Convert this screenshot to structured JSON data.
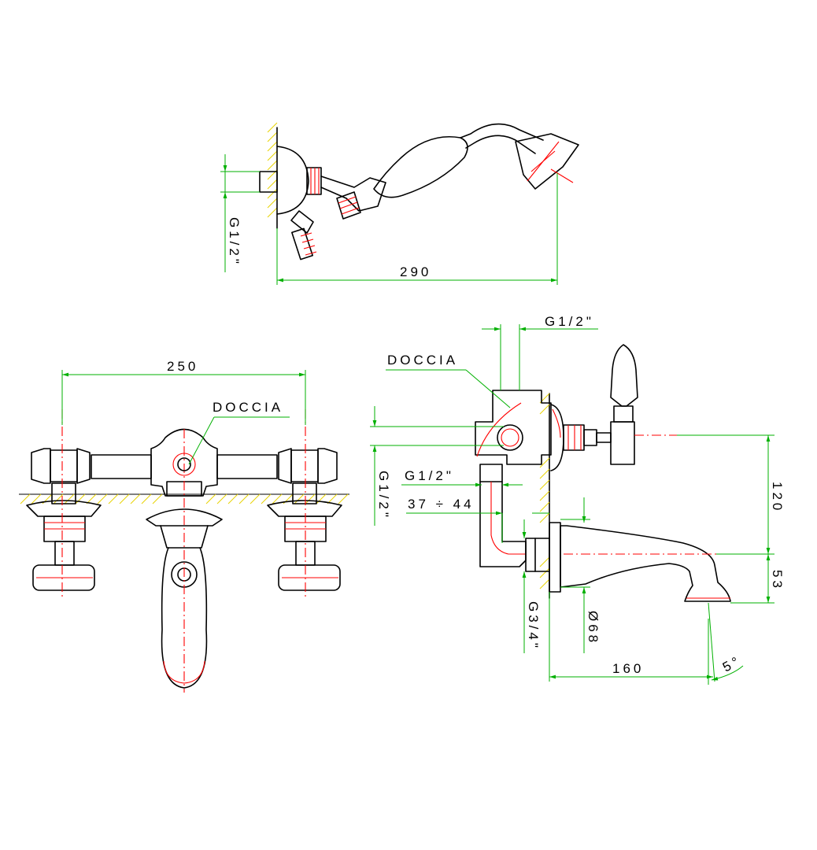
{
  "labels": {
    "hand_shower_thread": "G1/2\"",
    "hand_shower_length": "290",
    "front_width": "250",
    "front_doccia": "DOCCIA",
    "side_doccia": "DOCCIA",
    "side_top_thread": "G1/2\"",
    "side_left_thread": "G1/2\"",
    "side_mid_thread": "G1/2\"",
    "side_adjust": "37 ÷ 44",
    "side_height_upper": "120",
    "side_height_lower": "53",
    "side_outlet_thread": "G3/4\"",
    "side_flange_diameter": "Ø68",
    "side_projection": "160",
    "side_angle": "5°"
  },
  "colors": {
    "outline": "#000000",
    "centerline": "#ff0000",
    "dimension": "#00b000",
    "wall_hatch": "#e8d200"
  }
}
